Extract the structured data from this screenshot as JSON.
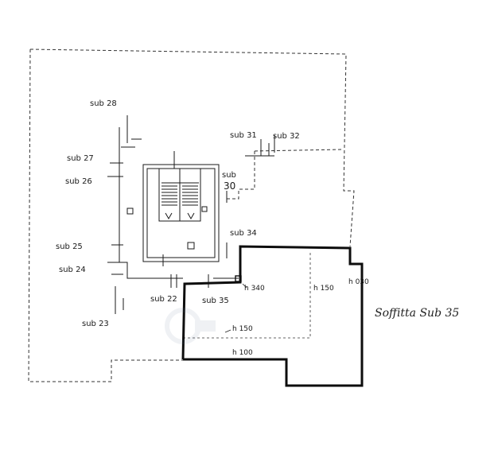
{
  "title": "Soffitta Sub 35",
  "units": [
    {
      "id": "sub28",
      "label": "sub 28"
    },
    {
      "id": "sub27",
      "label": "sub 27"
    },
    {
      "id": "sub26",
      "label": "sub 26"
    },
    {
      "id": "sub25",
      "label": "sub 25"
    },
    {
      "id": "sub24",
      "label": "sub 24"
    },
    {
      "id": "sub23",
      "label": "sub 23"
    },
    {
      "id": "sub22",
      "label": "sub 22"
    },
    {
      "id": "sub35",
      "label": "sub 35"
    },
    {
      "id": "sub34",
      "label": "sub 34"
    },
    {
      "id": "sub31",
      "label": "sub 31"
    },
    {
      "id": "sub32",
      "label": "sub 32"
    },
    {
      "id": "sub30a",
      "label": "sub"
    },
    {
      "id": "sub30b",
      "label": "30"
    }
  ],
  "heights": [
    {
      "id": "h340",
      "label": "h 340"
    },
    {
      "id": "h150a",
      "label": "h 150"
    },
    {
      "id": "h150b",
      "label": "h 150"
    },
    {
      "id": "h100",
      "label": "h 100"
    },
    {
      "id": "h030",
      "label": "h 030"
    }
  ],
  "colors": {
    "line": "#1a1a1a",
    "thick": "#0d0d0d",
    "dashed": "#333333"
  }
}
